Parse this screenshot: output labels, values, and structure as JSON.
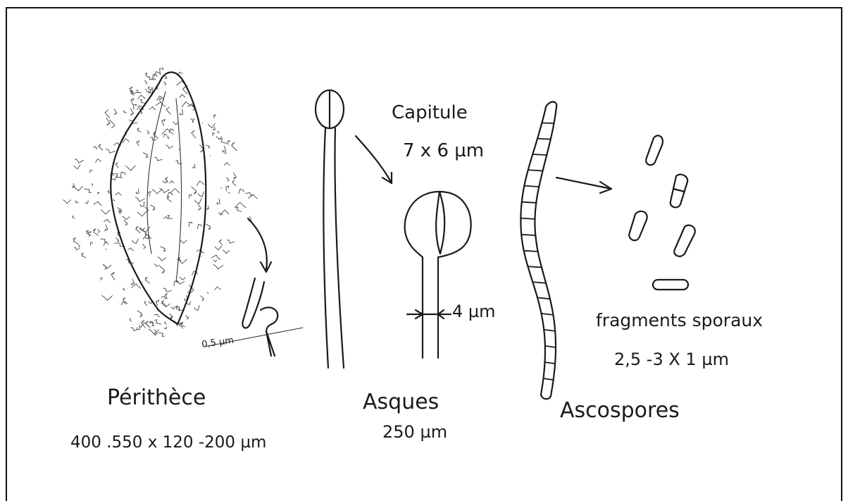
{
  "labels": {
    "capitule_title": "Capitule",
    "capitule_size": "7 x 6 µm",
    "hypha_width": "0,5 µm",
    "ascus_width": "4 µm",
    "fragments_title": "fragments sporaux",
    "fragments_size": "2,5 -3 X 1 µm",
    "perithece_title": "Périthèce",
    "perithece_size": "400 .550 x 120 -200 µm",
    "asques_title": "Asques",
    "asques_size": "250 µm",
    "ascospores_title": "Ascospores"
  }
}
